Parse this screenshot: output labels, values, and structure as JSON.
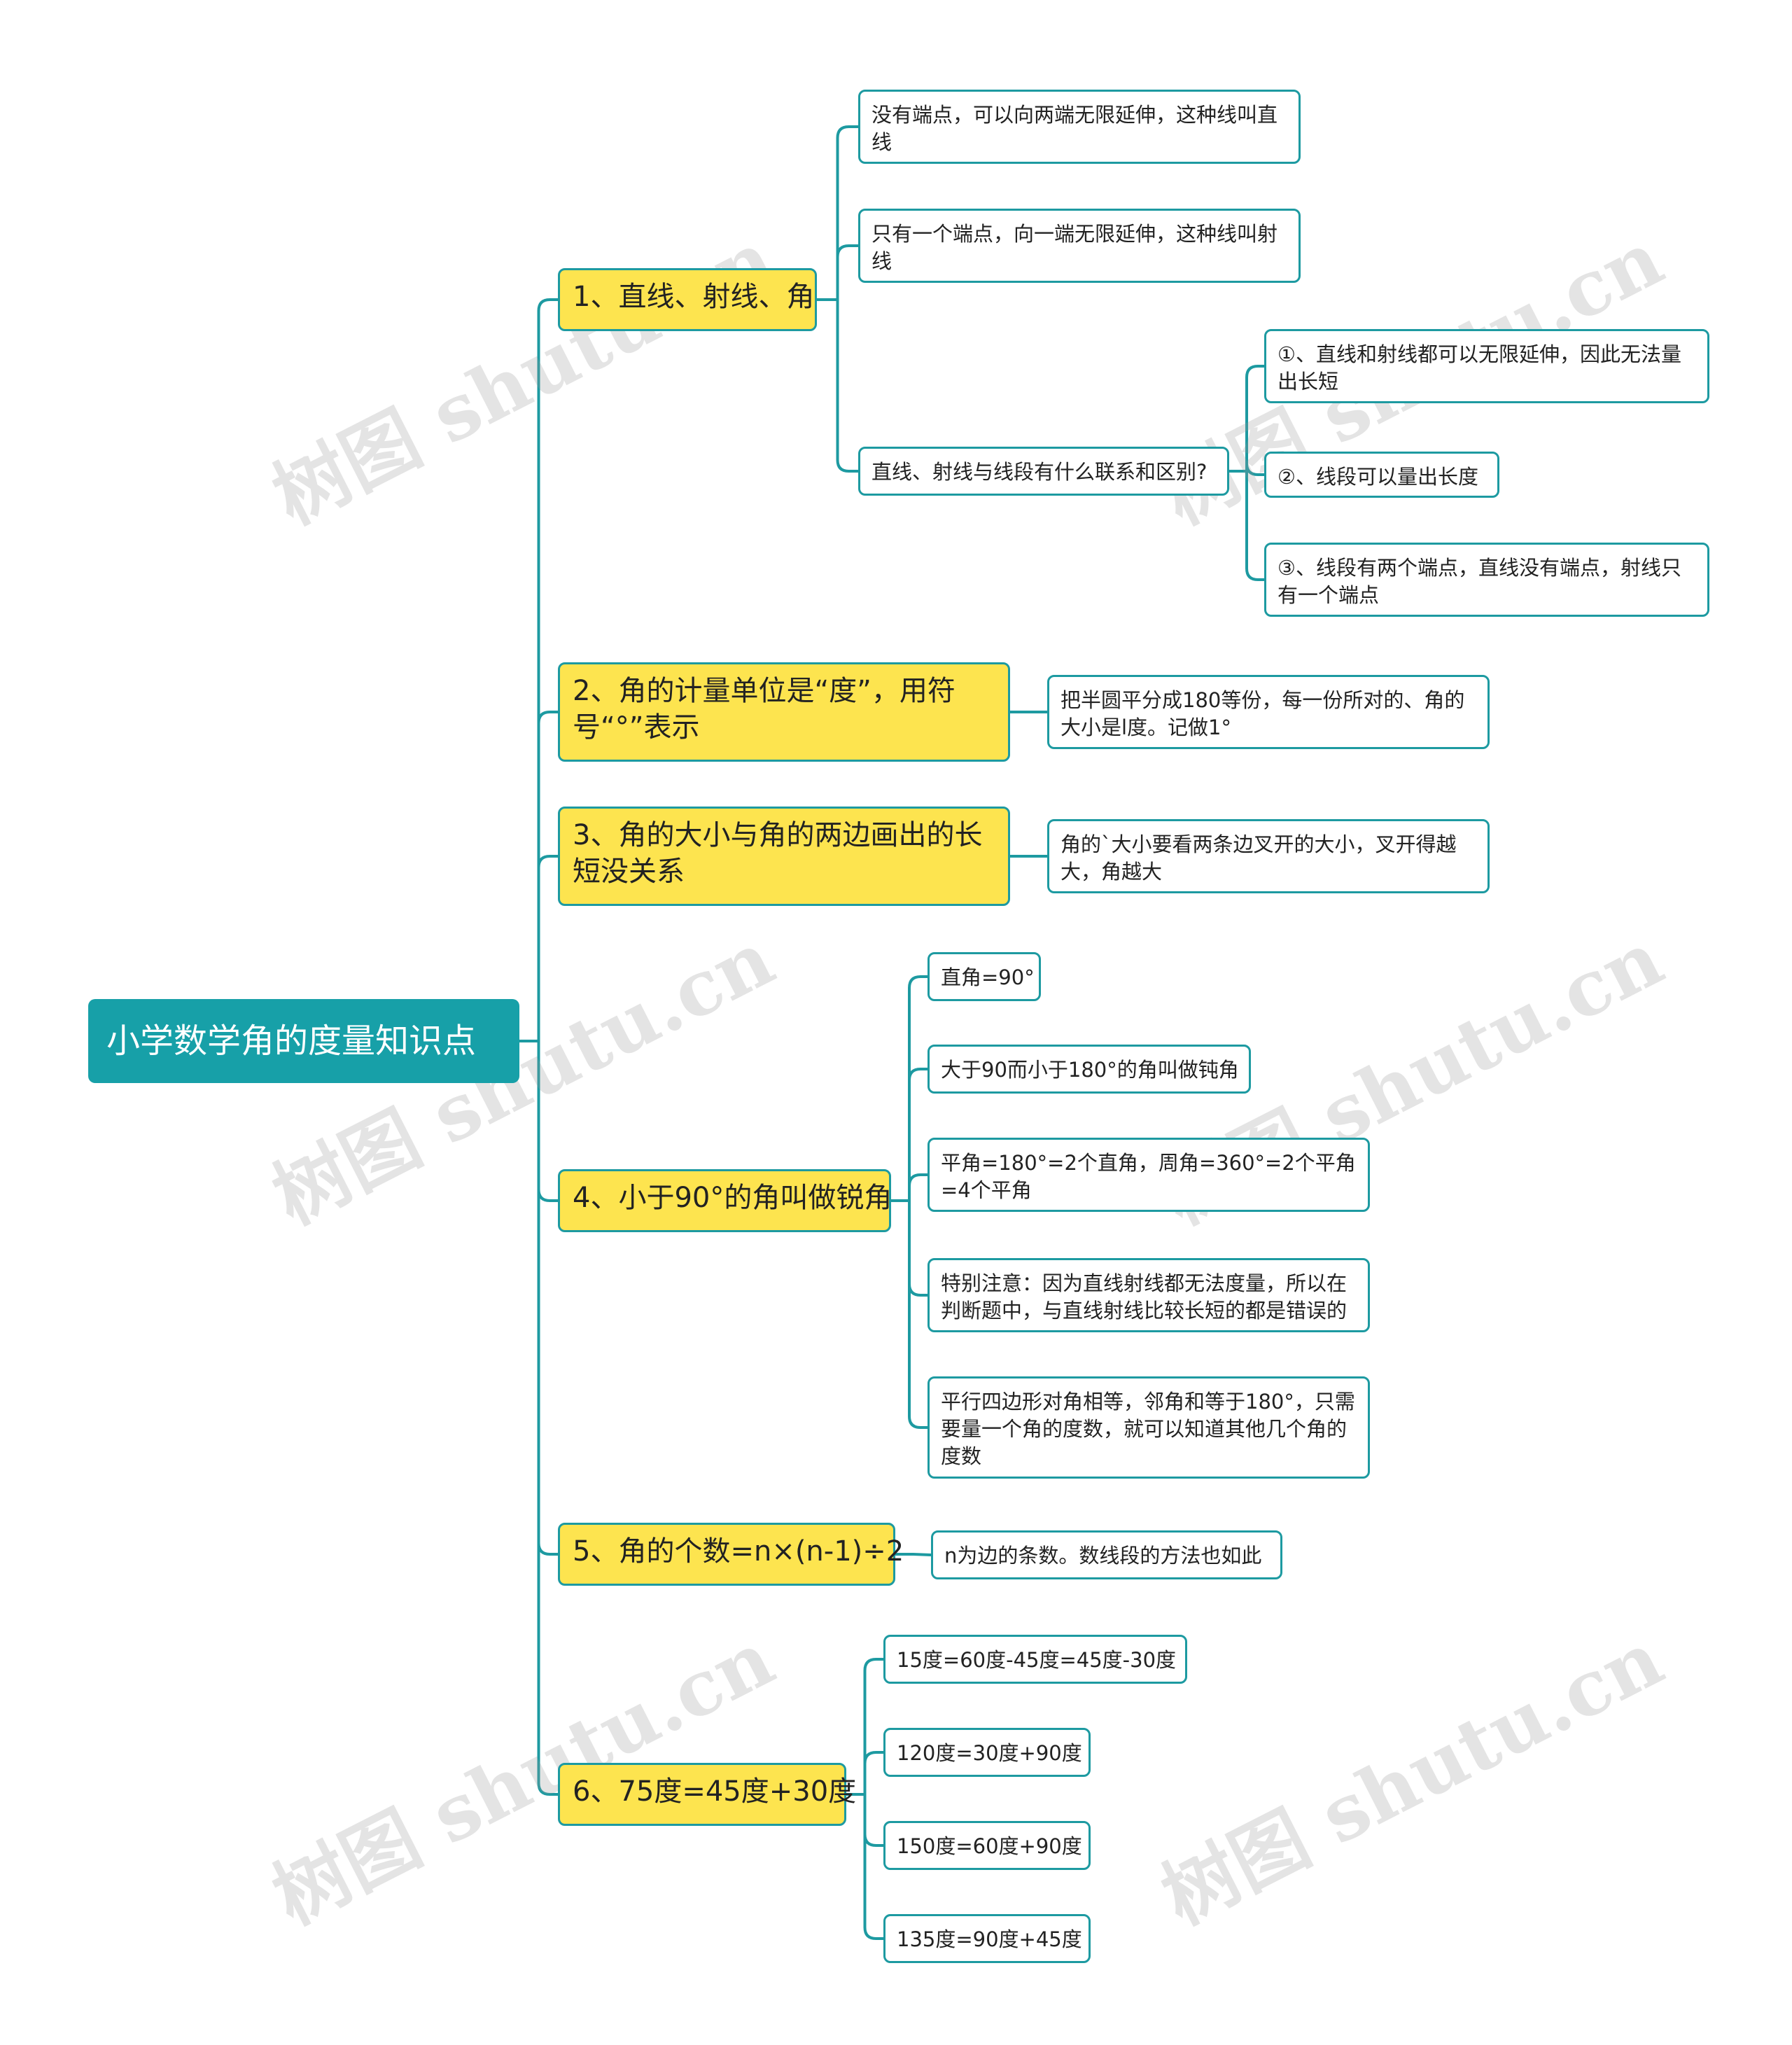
{
  "root": {
    "title": "小学数学角的度量知识点"
  },
  "branches": [
    {
      "label": "1、直线、射线、角",
      "children": [
        {
          "label": "没有端点，可以向两端无限延伸，这种线叫直线"
        },
        {
          "label": "只有一个端点，向一端无限延伸，这种线叫射线"
        },
        {
          "label": "直线、射线与线段有什么联系和区别?",
          "children": [
            {
              "label": "①、直线和射线都可以无限延伸，因此无法量出长短"
            },
            {
              "label": "②、线段可以量出长度"
            },
            {
              "label": "③、线段有两个端点，直线没有端点，射线只有一个端点"
            }
          ]
        }
      ]
    },
    {
      "label": "2、角的计量单位是“度”，用符号“°”表示",
      "children": [
        {
          "label": "把半圆平分成180等份，每一份所对的、角的大小是l度。记做1°"
        }
      ]
    },
    {
      "label": "3、角的大小与角的两边画出的长短没关系",
      "children": [
        {
          "label": "角的`大小要看两条边叉开的大小，叉开得越大，角越大"
        }
      ]
    },
    {
      "label": "4、小于90°的角叫做锐角",
      "children": [
        {
          "label": "直角=90°"
        },
        {
          "label": "大于90而小于180°的角叫做钝角"
        },
        {
          "label": "平角=180°=2个直角，周角=360°=2个平角=4个平角"
        },
        {
          "label": "特别注意：因为直线射线都无法度量，所以在判断题中，与直线射线比较长短的都是错误的"
        },
        {
          "label": "平行四边形对角相等，邻角和等于180°，只需要量一个角的度数，就可以知道其他几个角的度数"
        }
      ]
    },
    {
      "label": "5、角的个数=n×(n-1)÷2",
      "children": [
        {
          "label": "n为边的条数。数线段的方法也如此"
        }
      ]
    },
    {
      "label": "6、75度=45度+30度",
      "children": [
        {
          "label": "15度=60度-45度=45度-30度"
        },
        {
          "label": "120度=30度+90度"
        },
        {
          "label": "150度=60度+90度"
        },
        {
          "label": "135度=90度+45度"
        }
      ]
    }
  ],
  "watermark": "树图 shutu.cn",
  "colors": {
    "accent": "#17a0a8",
    "branch_fill": "#fde44f",
    "line": "#1d9aa1"
  }
}
